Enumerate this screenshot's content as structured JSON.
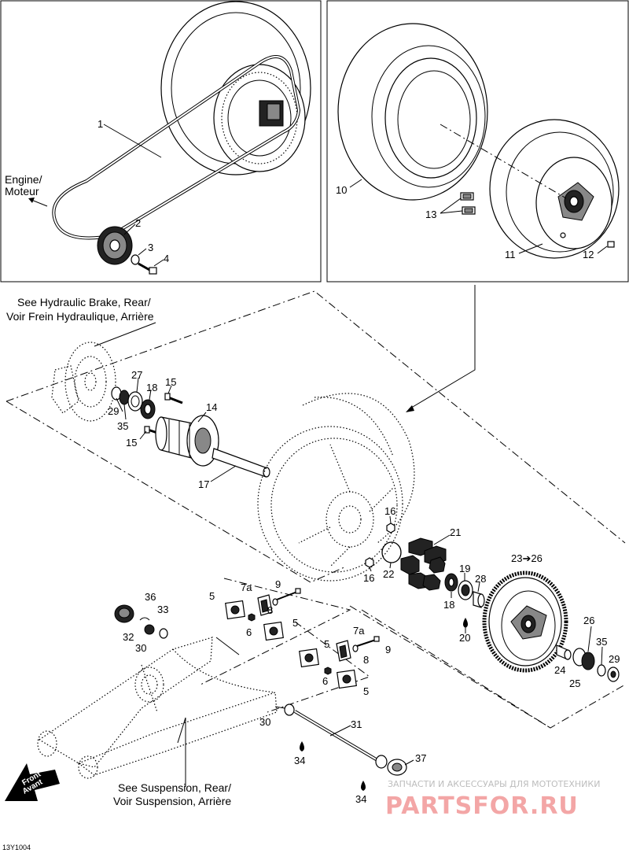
{
  "diagram": {
    "code": "13Y1004",
    "notes": {
      "engine": [
        "Engine/",
        "Moteur"
      ],
      "brake": [
        "See Hydraulic Brake, Rear/",
        "Voir Frein Hydraulique, Arrière"
      ],
      "suspension": [
        "See Suspension, Rear/",
        "Voir Suspension, Arrière"
      ],
      "front": [
        "Front",
        "Avant"
      ]
    },
    "callouts": [
      {
        "id": "c1",
        "text": "1"
      },
      {
        "id": "c2",
        "text": "2"
      },
      {
        "id": "c3",
        "text": "3"
      },
      {
        "id": "c4",
        "text": "4"
      },
      {
        "id": "c10",
        "text": "10"
      },
      {
        "id": "c11",
        "text": "11"
      },
      {
        "id": "c12",
        "text": "12"
      },
      {
        "id": "c13",
        "text": "13"
      },
      {
        "id": "c27",
        "text": "27"
      },
      {
        "id": "c18a",
        "text": "18"
      },
      {
        "id": "c15a",
        "text": "15"
      },
      {
        "id": "c29a",
        "text": "29"
      },
      {
        "id": "c35a",
        "text": "35"
      },
      {
        "id": "c14",
        "text": "14"
      },
      {
        "id": "c15b",
        "text": "15"
      },
      {
        "id": "c17",
        "text": "17"
      },
      {
        "id": "c16a",
        "text": "16"
      },
      {
        "id": "c16b",
        "text": "16"
      },
      {
        "id": "c21",
        "text": "21"
      },
      {
        "id": "c22",
        "text": "22"
      },
      {
        "id": "c19",
        "text": "19"
      },
      {
        "id": "c28",
        "text": "28"
      },
      {
        "id": "c18b",
        "text": "18"
      },
      {
        "id": "c20",
        "text": "20"
      },
      {
        "id": "c2326",
        "text": "23➔26"
      },
      {
        "id": "c36",
        "text": "36"
      },
      {
        "id": "c33",
        "text": "33"
      },
      {
        "id": "c32",
        "text": "32"
      },
      {
        "id": "c30a",
        "text": "30"
      },
      {
        "id": "c5a",
        "text": "5"
      },
      {
        "id": "c7aa",
        "text": "7a"
      },
      {
        "id": "c9a",
        "text": "9"
      },
      {
        "id": "c8a",
        "text": "8"
      },
      {
        "id": "c6a",
        "text": "6"
      },
      {
        "id": "c5b",
        "text": "5"
      },
      {
        "id": "c5c",
        "text": "5"
      },
      {
        "id": "c7ab",
        "text": "7a"
      },
      {
        "id": "c9b",
        "text": "9"
      },
      {
        "id": "c8b",
        "text": "8"
      },
      {
        "id": "c6b",
        "text": "6"
      },
      {
        "id": "c5d",
        "text": "5"
      },
      {
        "id": "c26",
        "text": "26"
      },
      {
        "id": "c35b",
        "text": "35"
      },
      {
        "id": "c29b",
        "text": "29"
      },
      {
        "id": "c24",
        "text": "24"
      },
      {
        "id": "c25",
        "text": "25"
      },
      {
        "id": "c30b",
        "text": "30"
      },
      {
        "id": "c31",
        "text": "31"
      },
      {
        "id": "c34a",
        "text": "34"
      },
      {
        "id": "c37",
        "text": "37"
      },
      {
        "id": "c34b",
        "text": "34"
      }
    ],
    "watermark": {
      "line1": "ЗАПЧАСТИ И АКСЕССУАРЫ ДЛЯ МОТОТЕХНИКИ",
      "line2": "PARTSFOR.RU"
    }
  }
}
